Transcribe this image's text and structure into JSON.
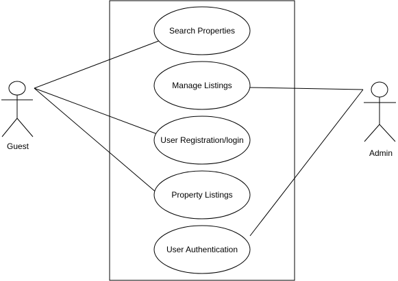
{
  "actors": {
    "guest": {
      "label": "Guest"
    },
    "admin": {
      "label": "Admin"
    }
  },
  "use_cases": [
    {
      "id": "search-properties",
      "label": "Search Properties"
    },
    {
      "id": "manage-listings",
      "label": "Manage Listings"
    },
    {
      "id": "user-registration-login",
      "label": "User Registration/login"
    },
    {
      "id": "property-listings",
      "label": "Property Listings"
    },
    {
      "id": "user-authentication",
      "label": "User Authentication"
    }
  ],
  "associations": [
    {
      "actor": "guest",
      "use_case": "search-properties"
    },
    {
      "actor": "guest",
      "use_case": "user-registration-login"
    },
    {
      "actor": "guest",
      "use_case": "property-listings"
    },
    {
      "actor": "admin",
      "use_case": "manage-listings"
    },
    {
      "actor": "admin",
      "use_case": "user-authentication"
    }
  ]
}
